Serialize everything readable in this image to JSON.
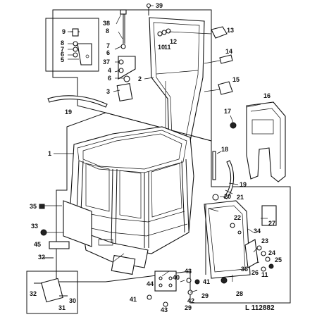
{
  "reference": "L 112882",
  "callouts": [
    {
      "id": "c39",
      "label": "39"
    },
    {
      "id": "c38",
      "label": "38"
    },
    {
      "id": "c8a",
      "label": "8"
    },
    {
      "id": "c9",
      "label": "9"
    },
    {
      "id": "c8b",
      "label": "8"
    },
    {
      "id": "c7a",
      "label": "7"
    },
    {
      "id": "c6a",
      "label": "6"
    },
    {
      "id": "c5",
      "label": "5"
    },
    {
      "id": "c7b",
      "label": "7"
    },
    {
      "id": "c6b",
      "label": "6"
    },
    {
      "id": "c37",
      "label": "37"
    },
    {
      "id": "c4",
      "label": "4"
    },
    {
      "id": "c6c",
      "label": "6"
    },
    {
      "id": "c3",
      "label": "3"
    },
    {
      "id": "c10",
      "label": "10"
    },
    {
      "id": "c11a",
      "label": "11"
    },
    {
      "id": "c12",
      "label": "12"
    },
    {
      "id": "c13",
      "label": "13"
    },
    {
      "id": "c14",
      "label": "14"
    },
    {
      "id": "c2",
      "label": "2"
    },
    {
      "id": "c15",
      "label": "15"
    },
    {
      "id": "c16",
      "label": "16"
    },
    {
      "id": "c17",
      "label": "17"
    },
    {
      "id": "c19a",
      "label": "19"
    },
    {
      "id": "c1",
      "label": "1"
    },
    {
      "id": "c18",
      "label": "18"
    },
    {
      "id": "c19b",
      "label": "19"
    },
    {
      "id": "c20",
      "label": "20"
    },
    {
      "id": "c21",
      "label": "21"
    },
    {
      "id": "c22",
      "label": "22"
    },
    {
      "id": "c27",
      "label": "27"
    },
    {
      "id": "c35",
      "label": "35"
    },
    {
      "id": "c33",
      "label": "33"
    },
    {
      "id": "c34",
      "label": "34"
    },
    {
      "id": "c23",
      "label": "23"
    },
    {
      "id": "c45",
      "label": "45"
    },
    {
      "id": "c24",
      "label": "24"
    },
    {
      "id": "c32a",
      "label": "32"
    },
    {
      "id": "c36",
      "label": "36"
    },
    {
      "id": "c26",
      "label": "26"
    },
    {
      "id": "c25",
      "label": "25"
    },
    {
      "id": "c11b",
      "label": "11"
    },
    {
      "id": "c32b",
      "label": "32"
    },
    {
      "id": "c44",
      "label": "44"
    },
    {
      "id": "c40",
      "label": "40"
    },
    {
      "id": "c43a",
      "label": "43"
    },
    {
      "id": "c41a",
      "label": "41"
    },
    {
      "id": "c28",
      "label": "28"
    },
    {
      "id": "c31",
      "label": "31"
    },
    {
      "id": "c30",
      "label": "30"
    },
    {
      "id": "c41b",
      "label": "41"
    },
    {
      "id": "c42",
      "label": "42"
    },
    {
      "id": "c29a",
      "label": "29"
    },
    {
      "id": "c43b",
      "label": "43"
    },
    {
      "id": "c29b",
      "label": "29"
    }
  ]
}
